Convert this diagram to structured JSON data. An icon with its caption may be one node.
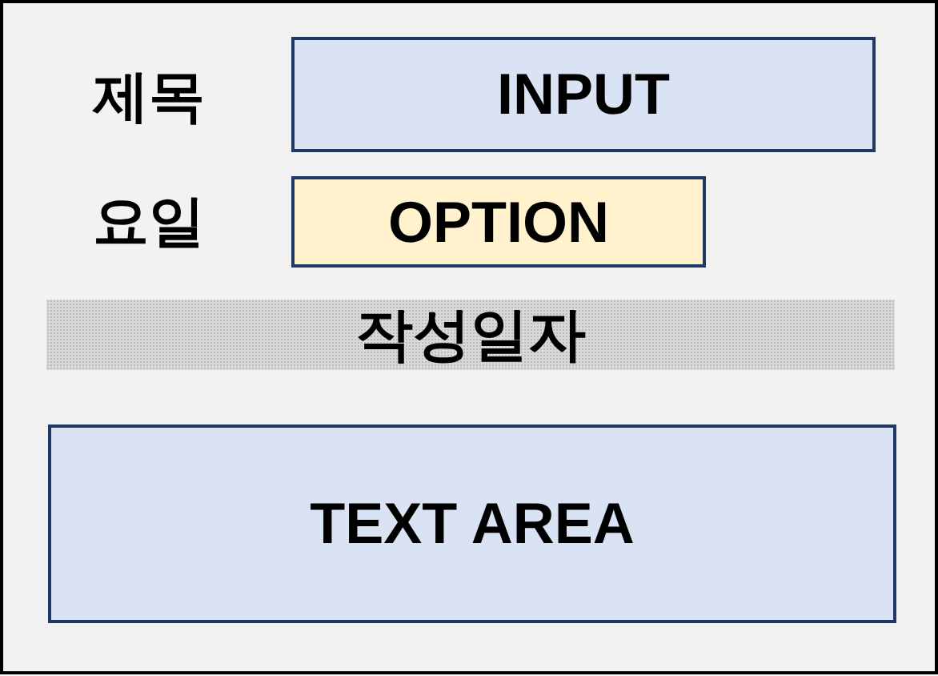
{
  "diagram": {
    "nodes": [
      {
        "text": [],
        "shape": "box"
      },
      {
        "text": [
          "INPUT"
        ],
        "in": 0
      },
      {
        "text": [
          "OPTION"
        ],
        "in": 0
      },
      {
        "text": [
          "작성일자"
        ],
        "in": 0
      },
      {
        "text": [
          "TEXT AREA"
        ],
        "in": 0
      }
    ],
    "labels": [
      "제목",
      "요일"
    ]
  }
}
